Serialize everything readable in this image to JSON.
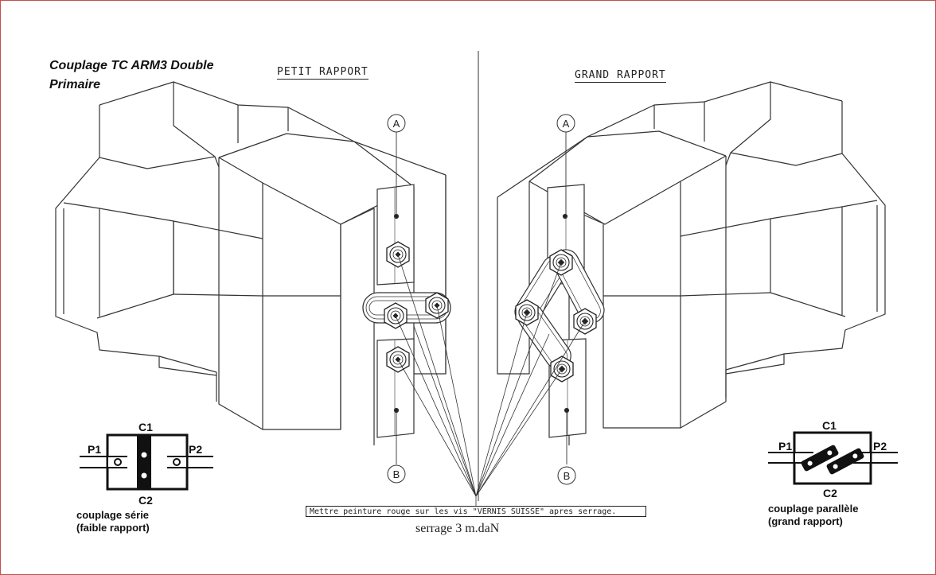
{
  "title": "Couplage TC ARM3 Double\nPrimaire",
  "left_header": "PETIT RAPPORT",
  "right_header": "GRAND RAPPORT",
  "callout_a": "A",
  "callout_b": "B",
  "note": "Mettre peinture rouge sur les vis \"VERNIS SUISSE\" apres serrage.",
  "torque": "serrage 3 m.daN",
  "left_schematic": {
    "c1": "C1",
    "c2": "C2",
    "p1": "P1",
    "p2": "P2",
    "caption_line1": "couplage série",
    "caption_line2": "(faible rapport)"
  },
  "right_schematic": {
    "c1": "C1",
    "c2": "C2",
    "p1": "P1",
    "p2": "P2",
    "caption_line1": "couplage parallèle",
    "caption_line2": "(grand rapport)"
  }
}
